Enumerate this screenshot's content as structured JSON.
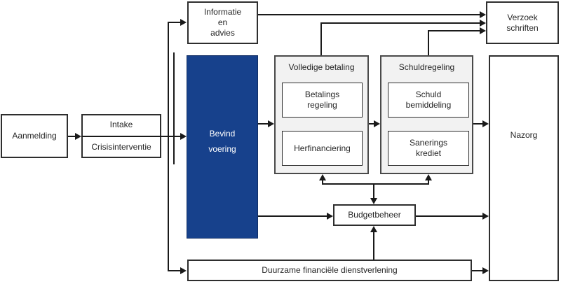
{
  "colors": {
    "accent_blue": "#17418c",
    "container_fill": "#f2f2f2",
    "line": "#1a1a1a",
    "box_border": "#2e2e2e"
  },
  "nodes": {
    "aanmelding": {
      "label": "Aanmelding"
    },
    "intake": {
      "label_top": "Intake",
      "label_bottom": "Crisisinterventie"
    },
    "informatie_advies": {
      "lines": [
        "Informatie",
        "en",
        "advies"
      ]
    },
    "bevindvoering": {
      "lines": [
        "Bevind",
        "voering"
      ]
    },
    "volledige_betaling": {
      "title": "Volledige betaling",
      "betalingsregeling": {
        "lines": [
          "Betalings",
          "regeling"
        ]
      },
      "herfinanciering": {
        "label": "Herfinanciering"
      }
    },
    "schuldregeling": {
      "title": "Schuldregeling",
      "schuldbemiddeling": {
        "lines": [
          "Schuld",
          "bemiddeling"
        ]
      },
      "saneringskrediet": {
        "lines": [
          "Sanerings",
          "krediet"
        ]
      }
    },
    "verzoekschriften": {
      "lines": [
        "Verzoek",
        "schriften"
      ]
    },
    "nazorg": {
      "label": "Nazorg"
    },
    "budgetbeheer": {
      "label": "Budgetbeheer"
    },
    "duurzame_dienstverlening": {
      "label": "Duurzame financiële dienstverlening"
    }
  },
  "edges": [
    "aanmelding -> intake",
    "intake -> bevindvoering",
    "intake -> informatie_advies",
    "intake -> duurzame_dienstverlening",
    "informatie_advies -> verzoekschriften",
    "volledige_betaling -> verzoekschriften",
    "schuldregeling -> verzoekschriften",
    "bevindvoering -> volledige_betaling",
    "volledige_betaling -> schuldregeling",
    "schuldregeling -> nazorg",
    "volledige_betaling <-> budgetbeheer",
    "schuldregeling <-> budgetbeheer",
    "bevindvoering -> budgetbeheer",
    "budgetbeheer -> nazorg",
    "duurzame_dienstverlening -> budgetbeheer",
    "duurzame_dienstverlening -> nazorg"
  ]
}
